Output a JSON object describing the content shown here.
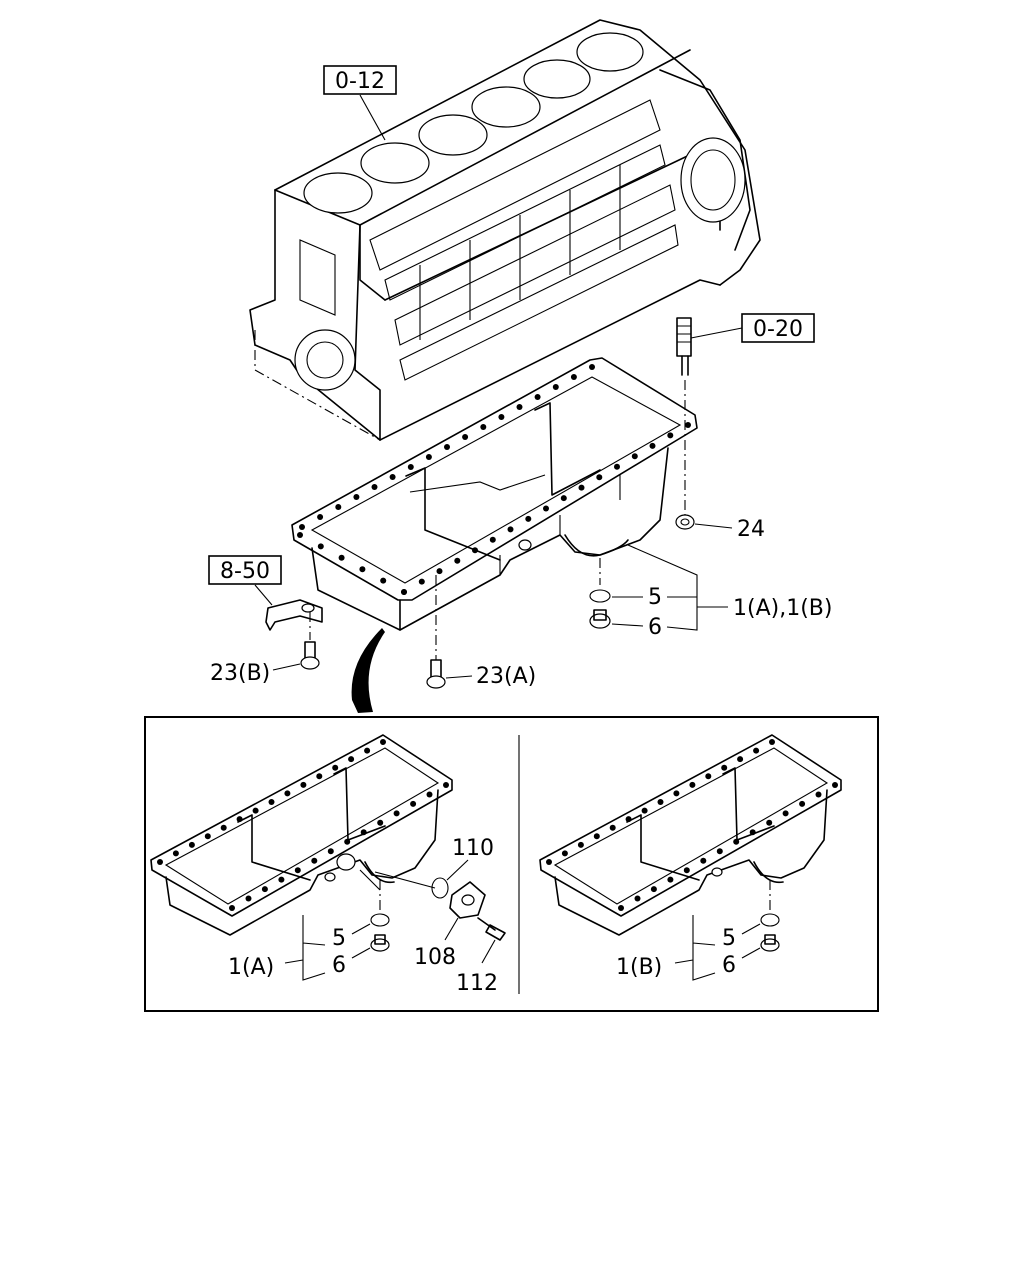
{
  "refs": {
    "block": "0-12",
    "dipstick": "0-20",
    "bracket": "8-50"
  },
  "labels": {
    "p24": "24",
    "p5": "5",
    "p6": "6",
    "p1ab": "1(A),1(B)",
    "p23b": "23(B)",
    "p23a": "23(A)",
    "p110": "110",
    "p108": "108",
    "p112": "112",
    "inset_left_5": "5",
    "inset_left_6": "6",
    "inset_left_1a": "1(A)",
    "inset_right_5": "5",
    "inset_right_6": "6",
    "inset_right_1b": "1(B)"
  }
}
